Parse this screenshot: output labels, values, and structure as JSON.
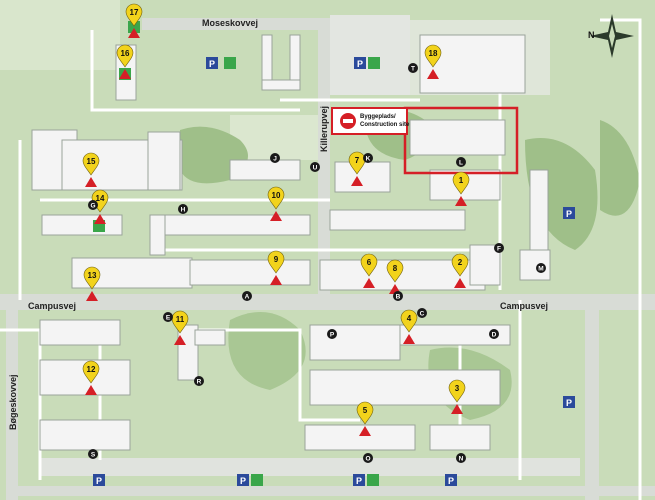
{
  "streets": {
    "moseskovvej": "Moseskovvej",
    "campusvej_left": "Campusvej",
    "campusvej_right": "Campusvej",
    "killerupvej": "Killerupvej",
    "bogeskovvej": "Bøgeskovvej"
  },
  "construction": {
    "label_line1": "Byggeplads/",
    "label_line2": "Construction site"
  },
  "compass": {
    "north_letter": "N"
  },
  "building_markers": [
    "1",
    "2",
    "3",
    "4",
    "5",
    "6",
    "7",
    "8",
    "9",
    "10",
    "11",
    "12",
    "13",
    "14",
    "15",
    "16",
    "17",
    "18"
  ],
  "entrance_letters": [
    "A",
    "B",
    "C",
    "D",
    "E",
    "F",
    "G",
    "H",
    "J",
    "K",
    "L",
    "M",
    "N",
    "O",
    "P",
    "R",
    "S",
    "T",
    "U"
  ],
  "colors": {
    "grass": "#c9dcb9",
    "road": "#d8dcd6",
    "path": "#ffffff",
    "building": "#f4f4f4",
    "marker": "#f2d31c",
    "entrance": "#1a1a1a",
    "construction": "#d51f26",
    "parking": "#2b4a9b",
    "green_cross": "#3aa64a"
  }
}
